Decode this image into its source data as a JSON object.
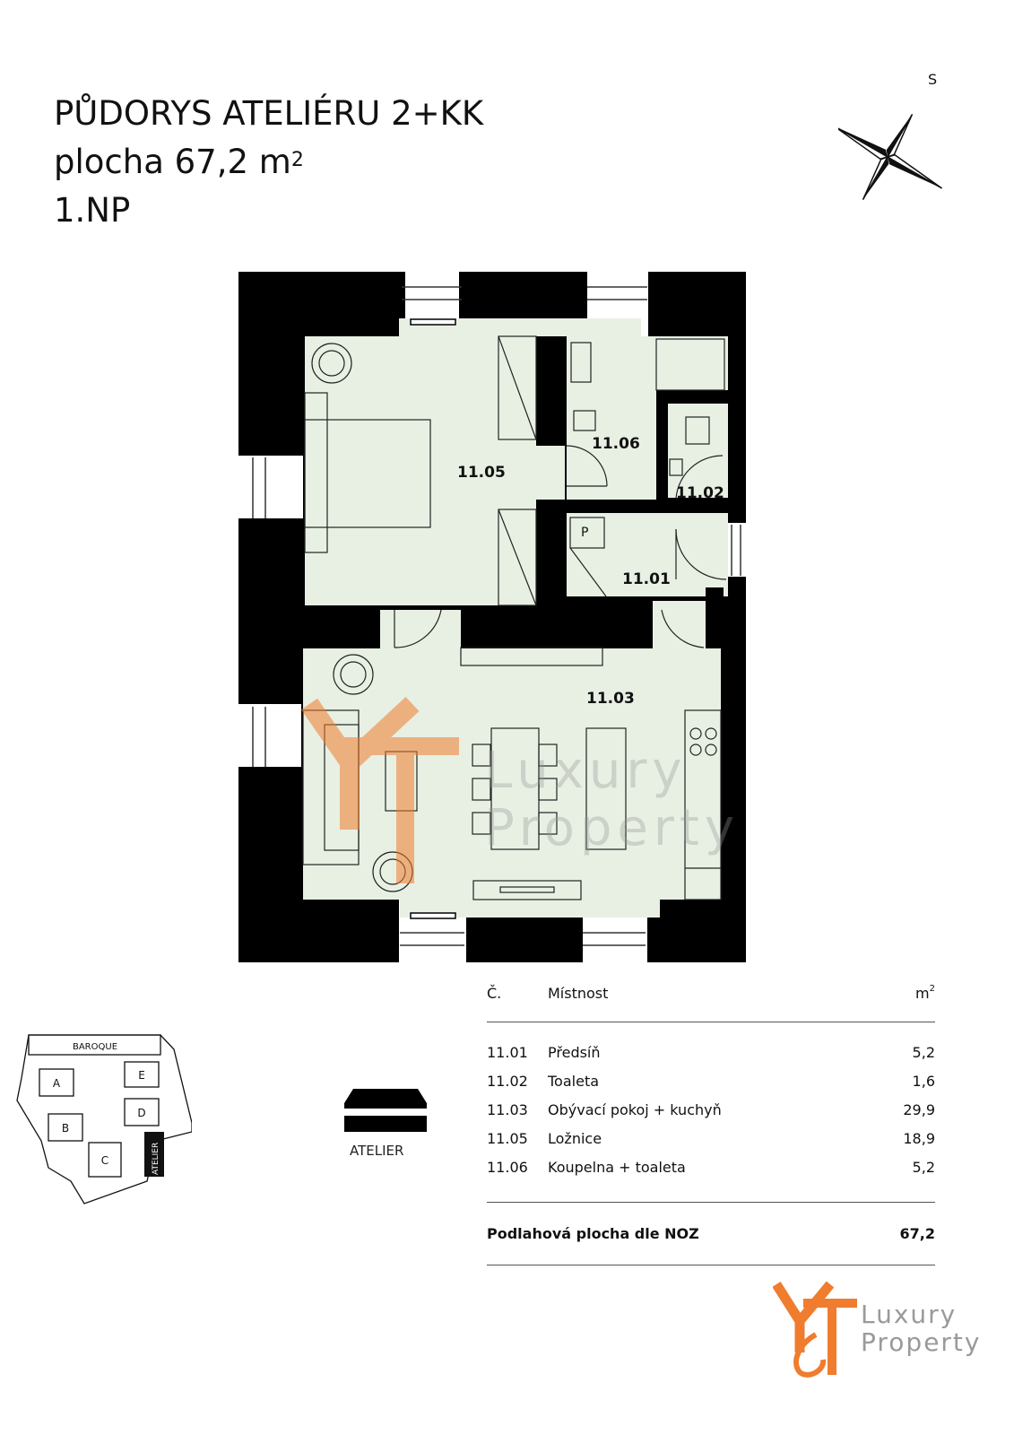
{
  "header": {
    "title_line1": "PŮDORYS ATELIÉRU 2+KK",
    "title_line2_prefix": "plocha 67,2 m",
    "title_line2_sup": "2",
    "title_line3": "1.NP"
  },
  "compass": {
    "label": "S"
  },
  "plan": {
    "rooms": [
      {
        "id": "11.05"
      },
      {
        "id": "11.06"
      },
      {
        "id": "11.02"
      },
      {
        "id": "11.01"
      },
      {
        "id": "11.03"
      }
    ],
    "p_label": "P"
  },
  "table": {
    "headers": {
      "number": "Č.",
      "room": "Místnost",
      "unit": "m",
      "unit_sup": "2"
    },
    "rows": [
      {
        "number": "11.01",
        "room": "Předsíň",
        "area": "5,2"
      },
      {
        "number": "11.02",
        "room": "Toaleta",
        "area": "1,6"
      },
      {
        "number": "11.03",
        "room": "Obývací pokoj + kuchyň",
        "area": "29,9"
      },
      {
        "number": "11.05",
        "room": "Ložnice",
        "area": "18,9"
      },
      {
        "number": "11.06",
        "room": "Koupelna + toaleta",
        "area": "5,2"
      }
    ],
    "total": {
      "label": "Podlahová plocha dle NOZ",
      "area": "67,2"
    }
  },
  "site_plan": {
    "top_label": "BAROQUE",
    "blocks": [
      "A",
      "E",
      "B",
      "D",
      "C"
    ],
    "highlight": "ATELIER"
  },
  "atelier_icon": {
    "label": "ATELIER"
  },
  "logo": {
    "mark": "Y&T",
    "line1": "Luxury",
    "line2": "Property"
  },
  "watermark": {
    "line1": "Luxury",
    "line2": "Property"
  },
  "colors": {
    "floor": "#e8f0e4",
    "wall": "#000000",
    "brand_orange": "#f07c2e",
    "brand_gray": "#9a9a9a"
  }
}
